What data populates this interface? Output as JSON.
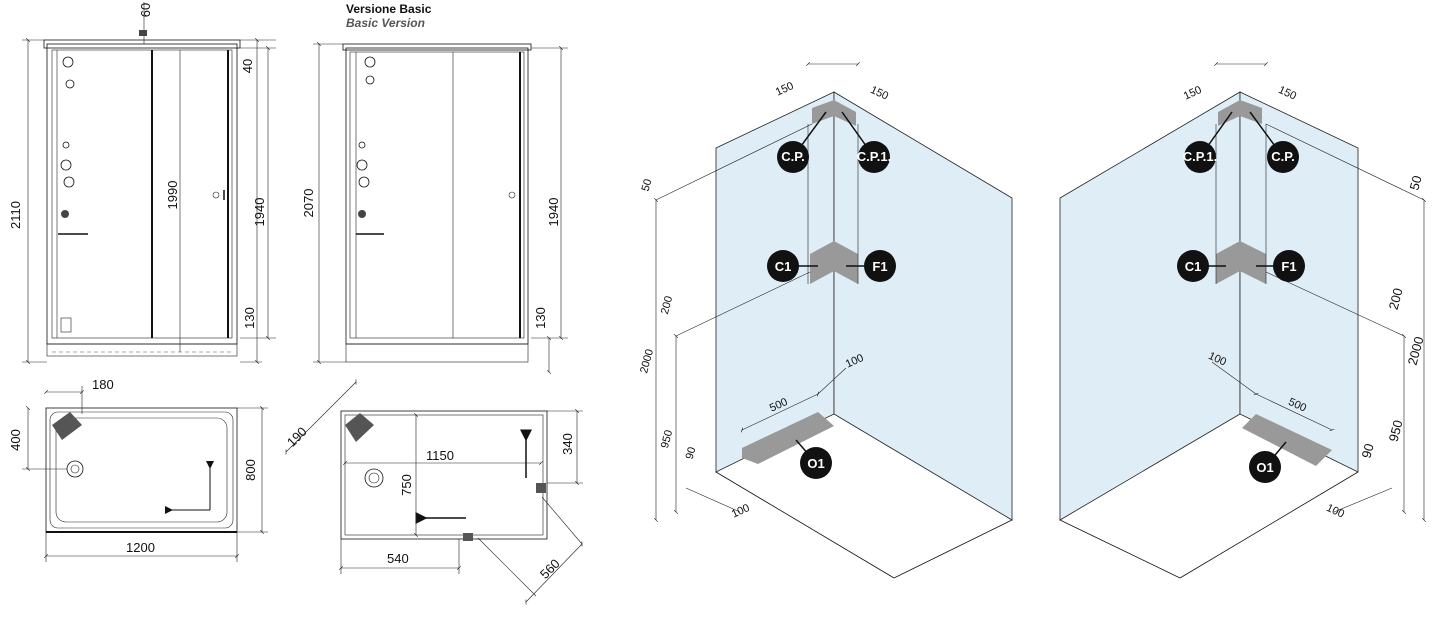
{
  "header": {
    "title_it": "Versione Basic",
    "title_en": "Basic Version"
  },
  "front_left": {
    "top": "60",
    "total_height": "2110",
    "inner_height": "1990",
    "d40": "40",
    "d1940": "1940",
    "d130": "130"
  },
  "front_right": {
    "total_height": "2070",
    "d1940": "1940",
    "d130": "130"
  },
  "plan_left": {
    "d180": "180",
    "d400": "400",
    "d800": "800",
    "d1200": "1200"
  },
  "plan_right": {
    "d190": "190",
    "d1150": "1150",
    "d340": "340",
    "d750": "750",
    "d540": "540",
    "d560": "560"
  },
  "iso_left": {
    "d150a": "150",
    "d150b": "150",
    "d50": "50",
    "d200": "200",
    "d2000": "2000",
    "d950": "950",
    "d90": "90",
    "d100a": "100",
    "d100b": "100",
    "d500": "500",
    "badges": {
      "cp": "C.P.",
      "cp1": "C.P.1.",
      "c1": "C1",
      "f1": "F1",
      "o1": "O1"
    }
  },
  "iso_right": {
    "d150a": "150",
    "d150b": "150",
    "d50": "50",
    "d200": "200",
    "d2000": "2000",
    "d950": "950",
    "d90": "90",
    "d100a": "100",
    "d100b": "100",
    "d500": "500",
    "badges": {
      "cp": "C.P.",
      "cp1": "C.P.1.",
      "c1": "C1",
      "f1": "F1",
      "o1": "O1"
    }
  }
}
